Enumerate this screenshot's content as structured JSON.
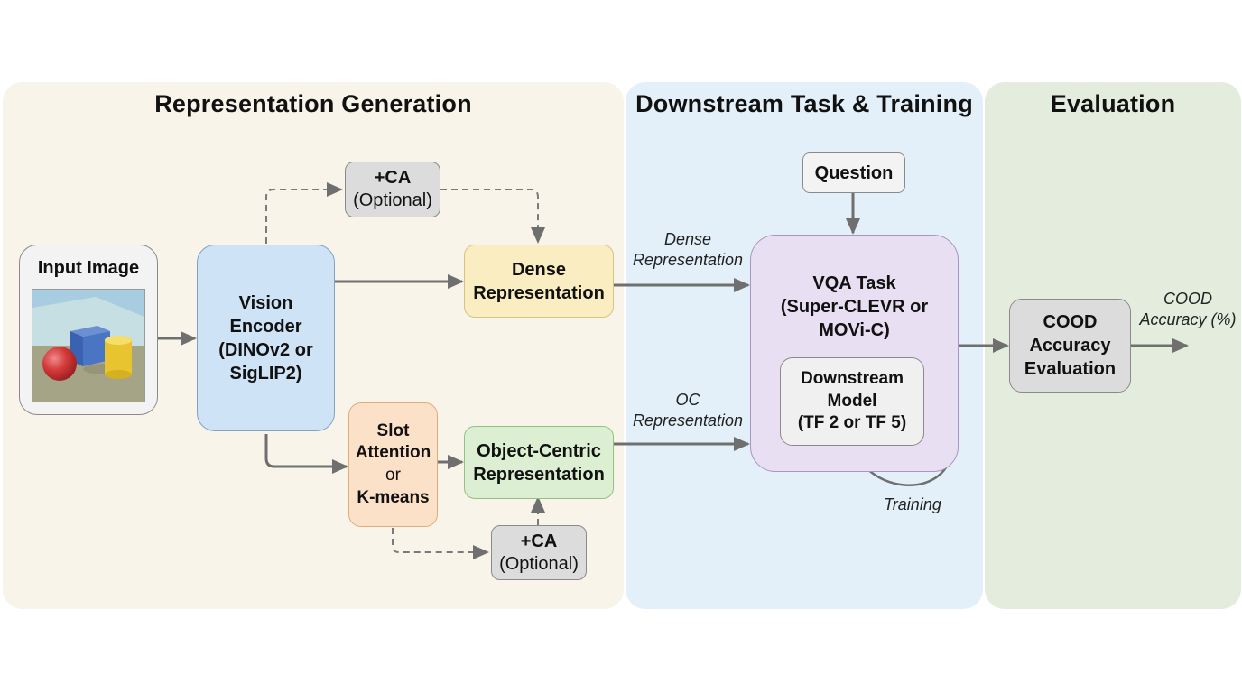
{
  "panels": {
    "representation_generation": {
      "title": "Representation Generation",
      "color": "#f8f4e9"
    },
    "downstream_task_training": {
      "title": "Downstream Task & Training",
      "color": "#e3f0f9"
    },
    "evaluation": {
      "title": "Evaluation",
      "color": "#e4ecdd"
    }
  },
  "nodes": {
    "input_image": {
      "title": "Input Image",
      "image_content": "3D scene: red sphere, blue cube, yellow cylinder",
      "color": "#f3f3f3"
    },
    "vision_encoder": {
      "lines": [
        "Vision",
        "Encoder",
        "(DINOv2 or",
        "SigLIP2)"
      ],
      "color": "#cfe3f7"
    },
    "ca_top": {
      "title": "+CA",
      "subtitle": "(Optional)",
      "color": "#dcdcdc"
    },
    "dense_representation": {
      "lines": [
        "Dense",
        "Representation"
      ],
      "color": "#fbedc2"
    },
    "slot_attention": {
      "lines": [
        "Slot",
        "Attention",
        "or",
        "K-means"
      ],
      "color": "#fbe1c8"
    },
    "object_centric_representation": {
      "lines": [
        "Object-Centric",
        "Representation"
      ],
      "color": "#dcefd3"
    },
    "ca_bottom": {
      "title": "+CA",
      "subtitle": "(Optional)",
      "color": "#dcdcdc"
    },
    "question": {
      "title": "Question",
      "color": "#f3f3f3"
    },
    "vqa_task": {
      "lines": [
        "VQA Task",
        "(Super-CLEVR or",
        "MOVi-C)"
      ],
      "color": "#e8dff3"
    },
    "downstream_model": {
      "lines": [
        "Downstream",
        "Model",
        "(TF 2 or TF 5)"
      ],
      "color": "#f0f0f0"
    },
    "cood_evaluation": {
      "lines": [
        "COOD",
        "Accuracy",
        "Evaluation"
      ],
      "color": "#dcdcdc"
    }
  },
  "edge_labels": {
    "dense": [
      "Dense",
      "Representation"
    ],
    "oc": [
      "OC",
      "Representation"
    ],
    "training": "Training",
    "output": [
      "COOD",
      "Accuracy (%)"
    ]
  },
  "colors": {
    "arrow": "#6f6f6f"
  }
}
